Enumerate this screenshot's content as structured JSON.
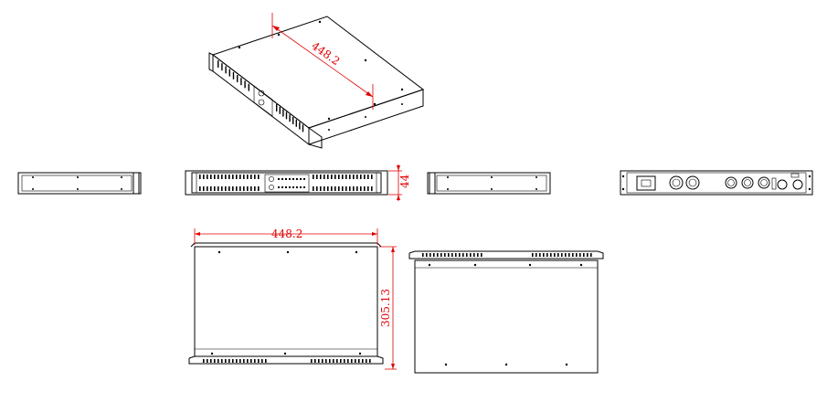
{
  "colors": {
    "dimension": "#e00000",
    "line": "#000000",
    "background": "#ffffff"
  },
  "dimensions": {
    "iso_length": "448.2",
    "front_height": "44",
    "top_width": "448.2",
    "top_depth": "305.13"
  },
  "views": [
    "isometric-view",
    "left-side-view",
    "front-view",
    "right-side-view",
    "rear-view",
    "top-view",
    "bottom-view"
  ]
}
